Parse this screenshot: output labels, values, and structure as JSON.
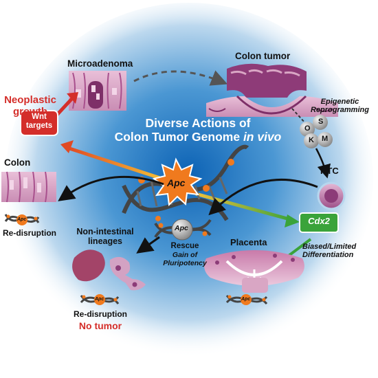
{
  "title": {
    "line1": "Diverse Actions of",
    "line2_prefix": "Colon Tumor Genome ",
    "line2_italic": "in vivo"
  },
  "labels": {
    "microadenoma": "Microadenoma",
    "colon_tumor": "Colon tumor",
    "epigenetic_1": "Epigenetic",
    "epigenetic_2": "Reprogramming",
    "rtc": "RTC",
    "neoplastic_1": "Neoplastic",
    "neoplastic_2": "growth",
    "wnt_1": "Wnt",
    "wnt_2": "targets",
    "colon": "Colon",
    "redisruption_left": "Re-disruption",
    "apc_center": "Apc",
    "non_intestinal_1": "Non-intestinal",
    "non_intestinal_2": "lineages",
    "apc_rescue": "Apc",
    "rescue": "Rescue",
    "gain_1": "Gain of",
    "gain_2": "Pluripotency",
    "placenta": "Placenta",
    "cdx2": "Cdx2",
    "biased_1": "Biased/Limited",
    "biased_2": "Differentiation",
    "redisruption_bottom": "Re-disruption",
    "no_tumor": "No tumor",
    "apc_small": "Apc"
  },
  "osk": {
    "o": "O",
    "s": "S",
    "k": "K",
    "m": "M"
  },
  "colors": {
    "red": "#d42e2a",
    "green": "#3aa33a",
    "orange": "#f07a1e",
    "title_blue": "#2a6db5",
    "tissue_pink": "#d9a6c4",
    "tissue_purple": "#7e2f68"
  }
}
